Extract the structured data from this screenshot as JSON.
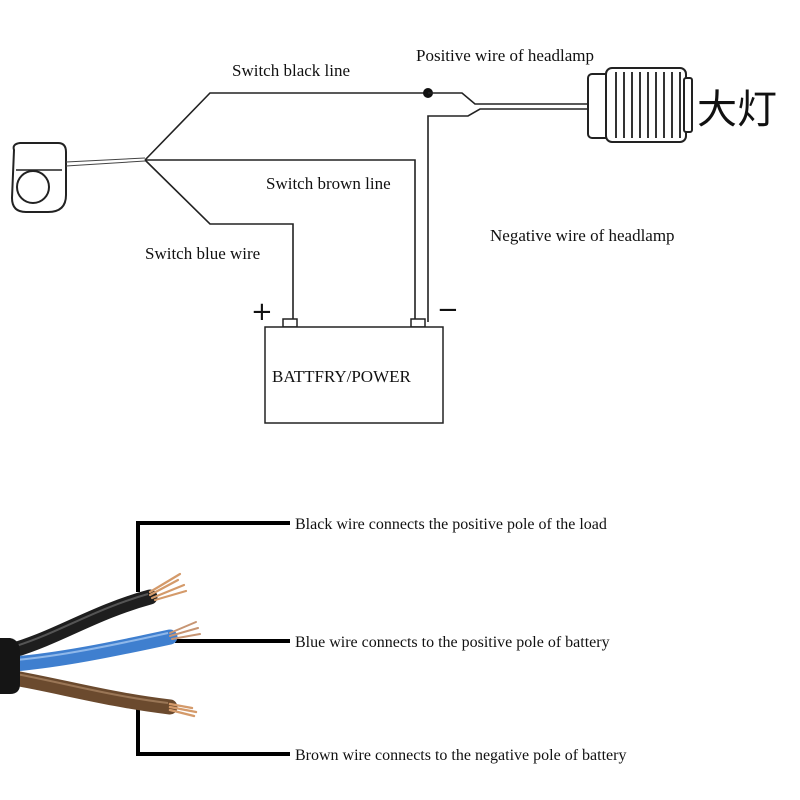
{
  "diagram": {
    "labels": {
      "switch_black_line": "Switch black line",
      "positive_wire_headlamp": "Positive wire of headlamp",
      "headlamp_cn": "大灯",
      "switch_brown_line": "Switch brown line",
      "negative_wire_headlamp": "Negative wire of headlamp",
      "switch_blue_wire": "Switch blue wire",
      "plus": "+",
      "minus": "−",
      "battery": "BATTFRY/POWER"
    },
    "cable": {
      "black_wire": "Black wire connects the positive pole of the load",
      "blue_wire": "Blue wire connects to the positive pole of battery",
      "brown_wire": "Brown wire connects to the negative pole of battery"
    },
    "colors": {
      "black_wire": "#1e1e1e",
      "blue_wire": "#3f7fcf",
      "brown_wire": "#6b4a2e",
      "copper": "#d49a6a",
      "sheath": "#151515"
    }
  }
}
